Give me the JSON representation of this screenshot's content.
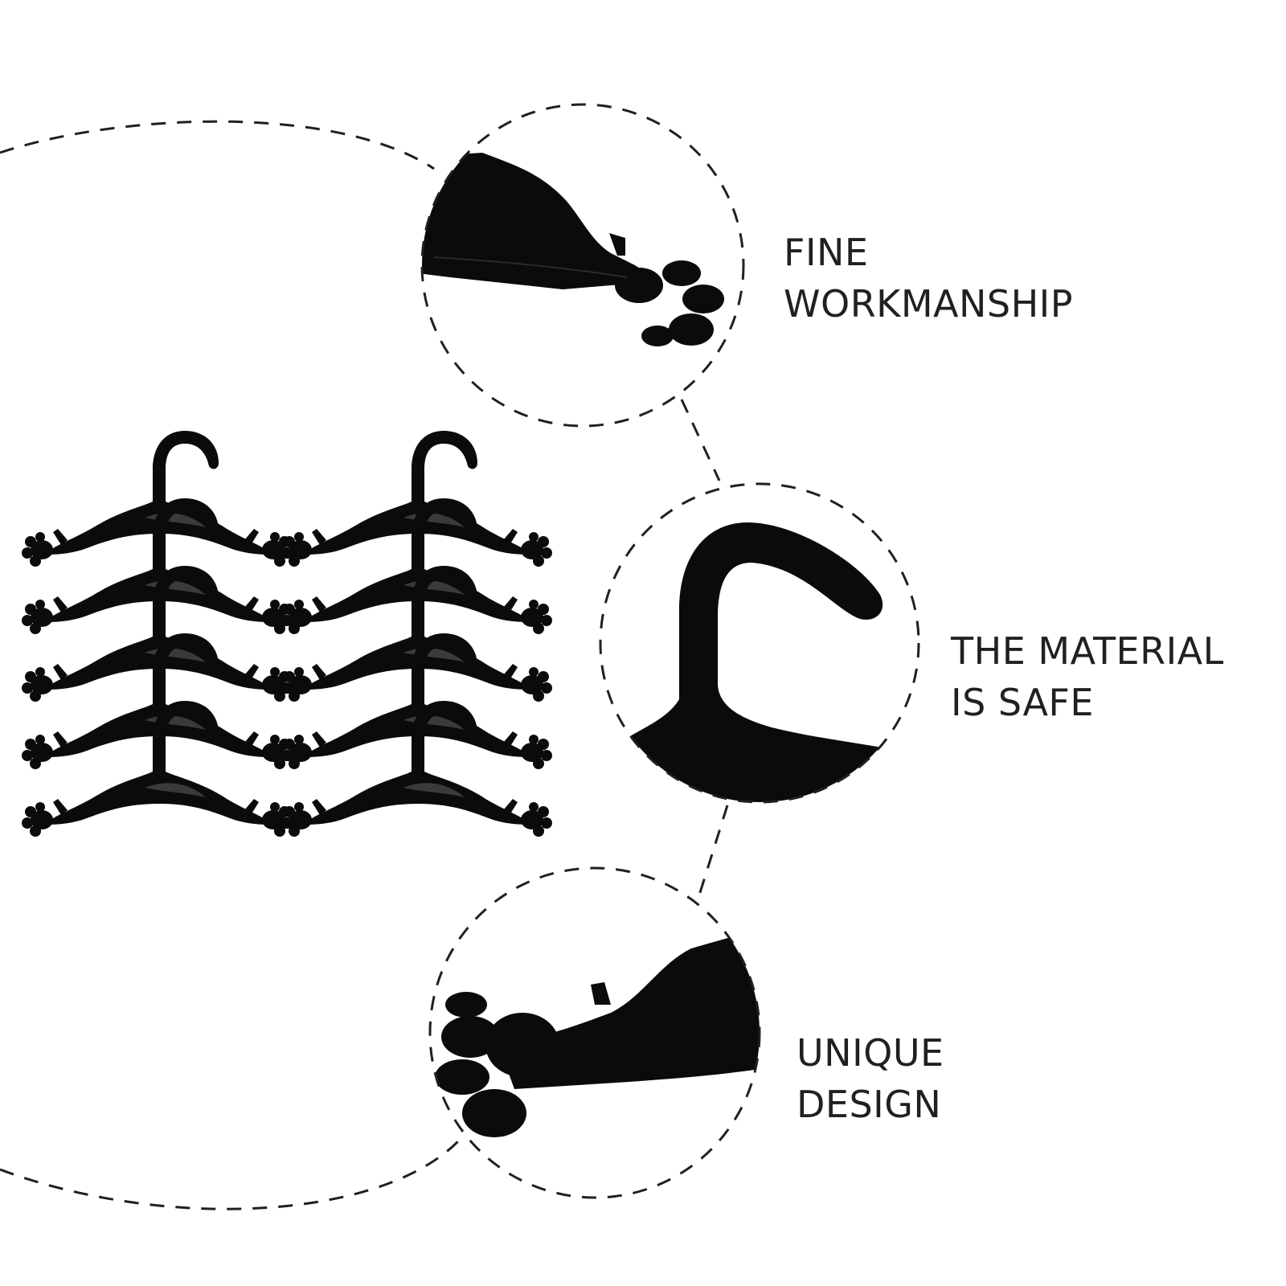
{
  "features": [
    {
      "line1": "FINE",
      "line2": "WORKMANSHIP",
      "icon": "paw-end-closeup"
    },
    {
      "line1": "THE MATERIAL",
      "line2": "IS SAFE",
      "icon": "hook-closeup"
    },
    {
      "line1": "UNIQUE",
      "line2": "DESIGN",
      "icon": "paw-end-closeup"
    }
  ],
  "colors": {
    "product": "#0b0b0b",
    "dashes": "#231f20",
    "text": "#231f20",
    "background": "#ffffff"
  },
  "product": {
    "name_icon": "pet-hanger-icon",
    "stacks": 2,
    "hangers_per_stack": 5
  }
}
